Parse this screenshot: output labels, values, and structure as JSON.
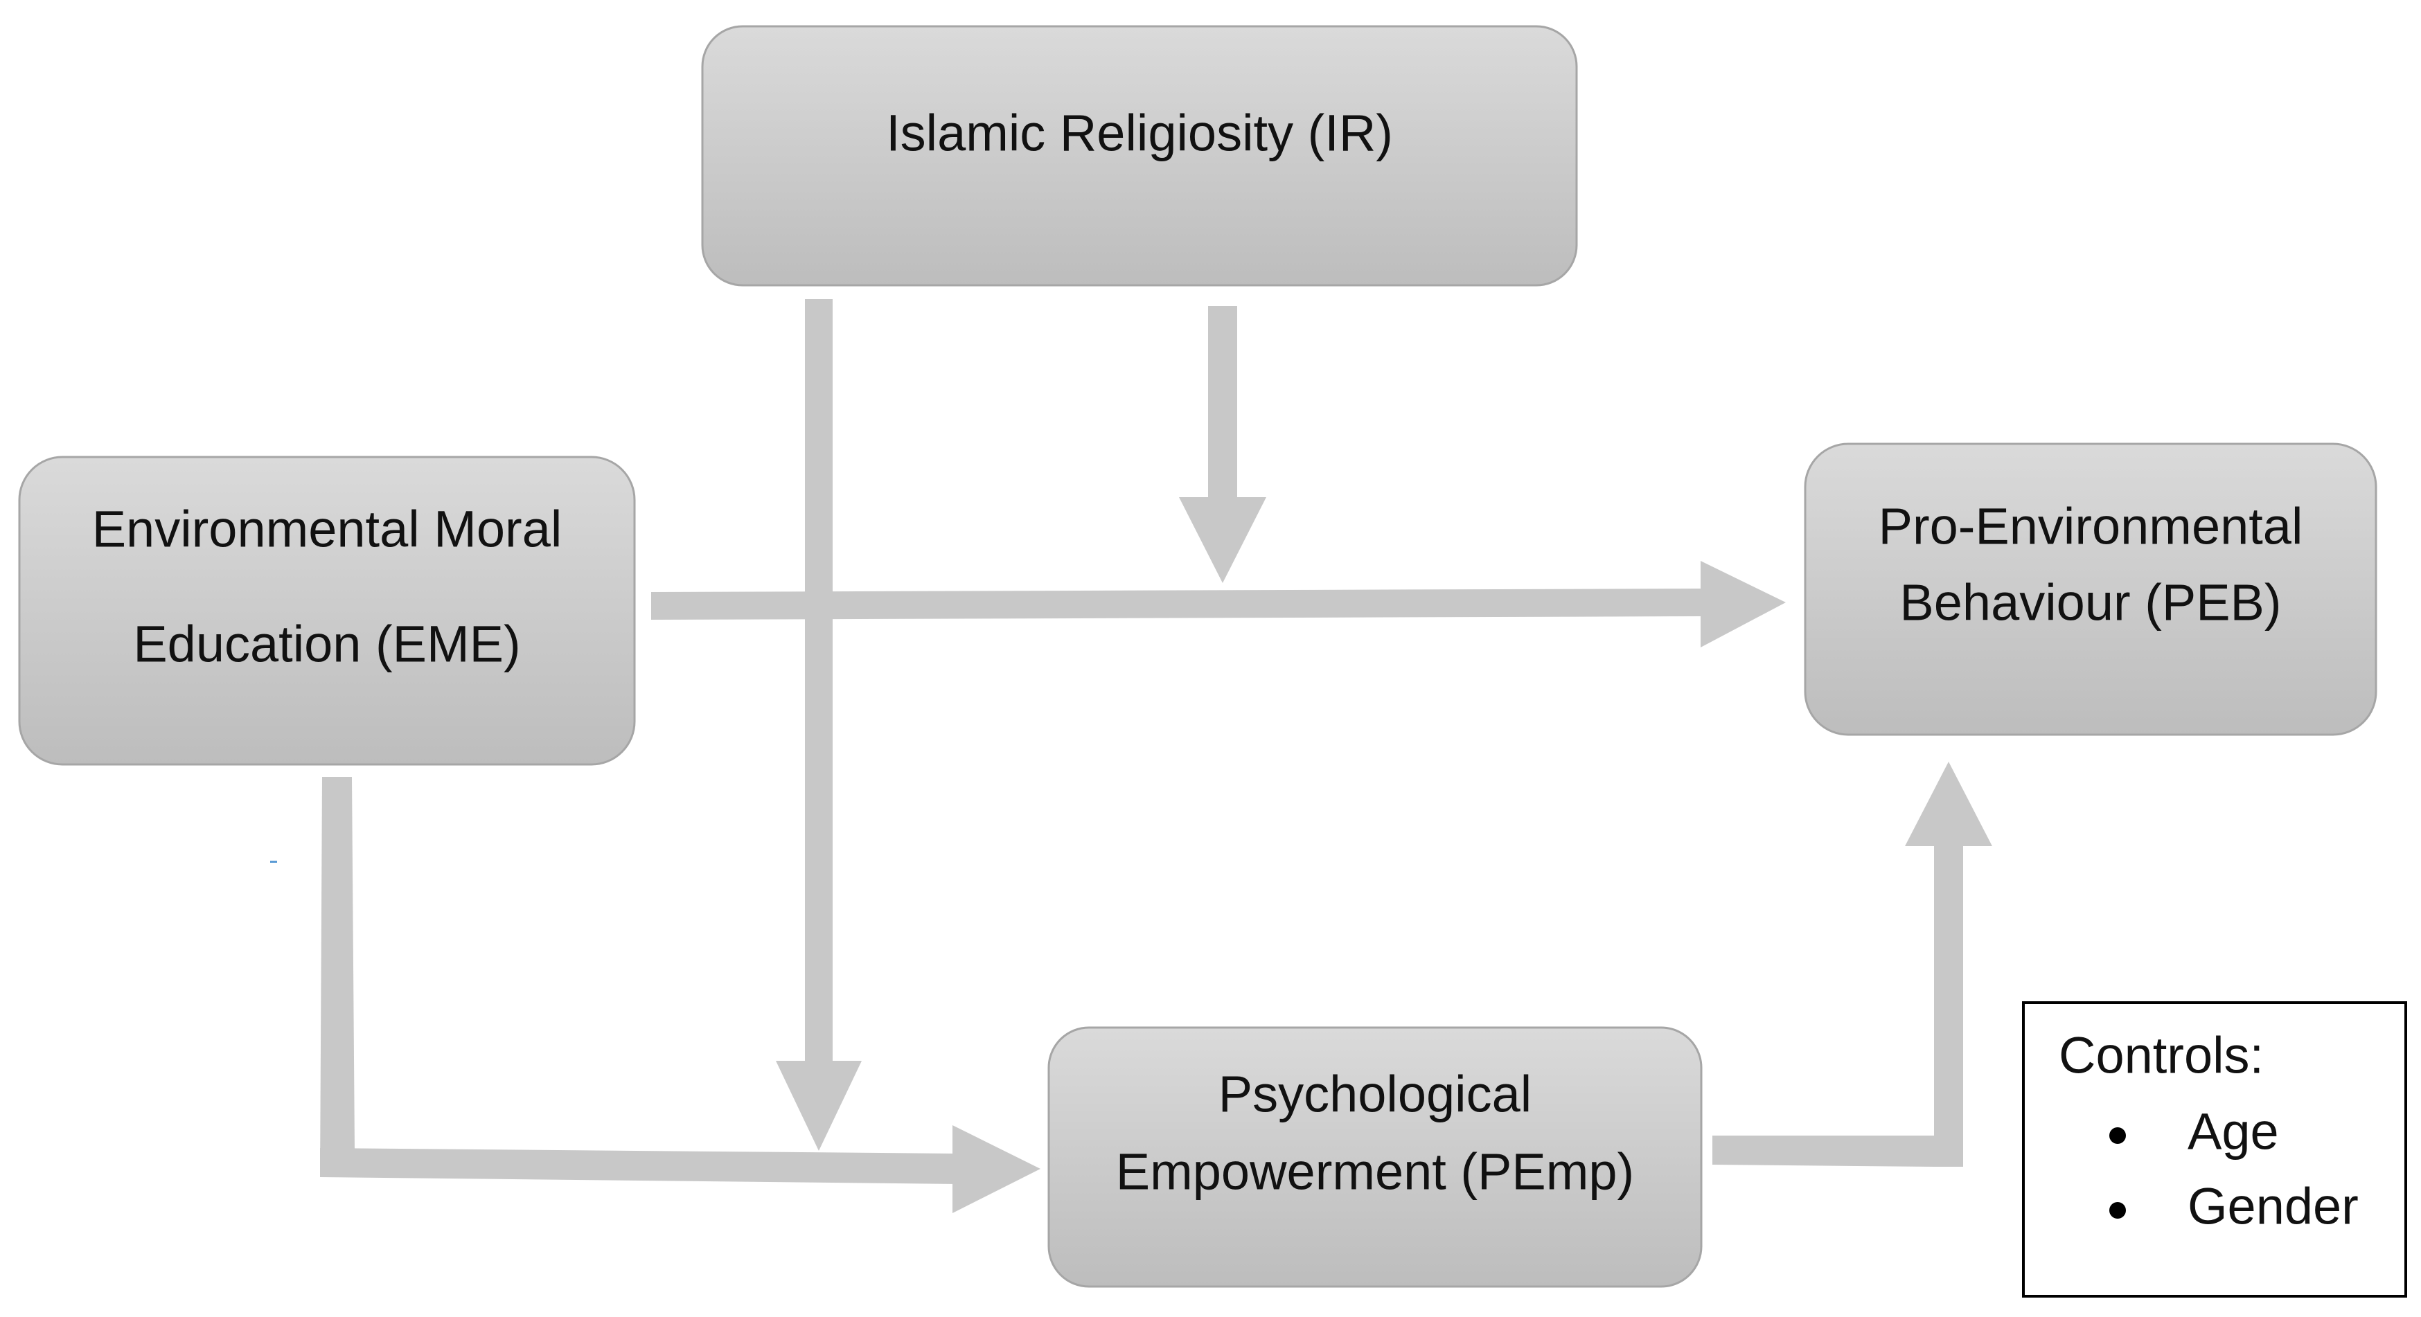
{
  "nodes": {
    "ir": {
      "line1": "Islamic Religiosity (IR)"
    },
    "eme": {
      "line1": "Environmental Moral",
      "line2": "Education (EME)"
    },
    "peb": {
      "line1": "Pro-Environmental",
      "line2": "Behaviour (PEB)"
    },
    "pemp": {
      "line1": "Psychological",
      "line2": "Empowerment (PEmp)"
    }
  },
  "controls": {
    "title": "Controls:",
    "items": [
      "Age",
      "Gender"
    ]
  },
  "colors": {
    "arrow": "#c8c8c8",
    "box_top": "#d9d9d9",
    "box_bottom": "#bfbfbf",
    "box_border": "#a6a6a6",
    "text": "#111111"
  }
}
